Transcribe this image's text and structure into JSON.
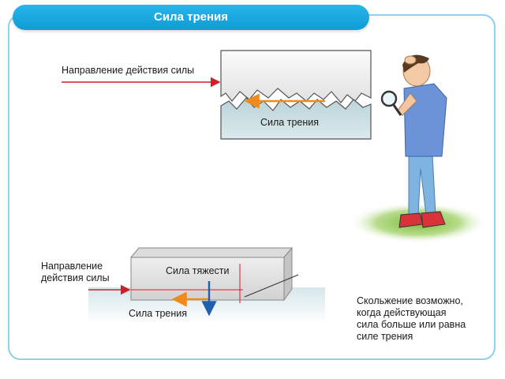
{
  "title": "Сила трения",
  "top_diagram": {
    "force_direction_label": "Направление действия силы",
    "friction_label": "Сила трения"
  },
  "bottom_diagram": {
    "force_direction_label_line1": "Направление",
    "force_direction_label_line2": "действия силы",
    "gravity_label": "Сила тяжести",
    "friction_label": "Сила трения"
  },
  "caption_lines": [
    "Скольжение возможно,",
    "когда действующая",
    "сила больше или равна",
    "силе трения"
  ],
  "colors": {
    "title_bar": "#1aa9e2",
    "frame_border": "#8fd0ee",
    "applied_force_arrow": "#d01f2a",
    "friction_arrow": "#f08a1c",
    "gravity_arrow": "#1f5fb0"
  }
}
